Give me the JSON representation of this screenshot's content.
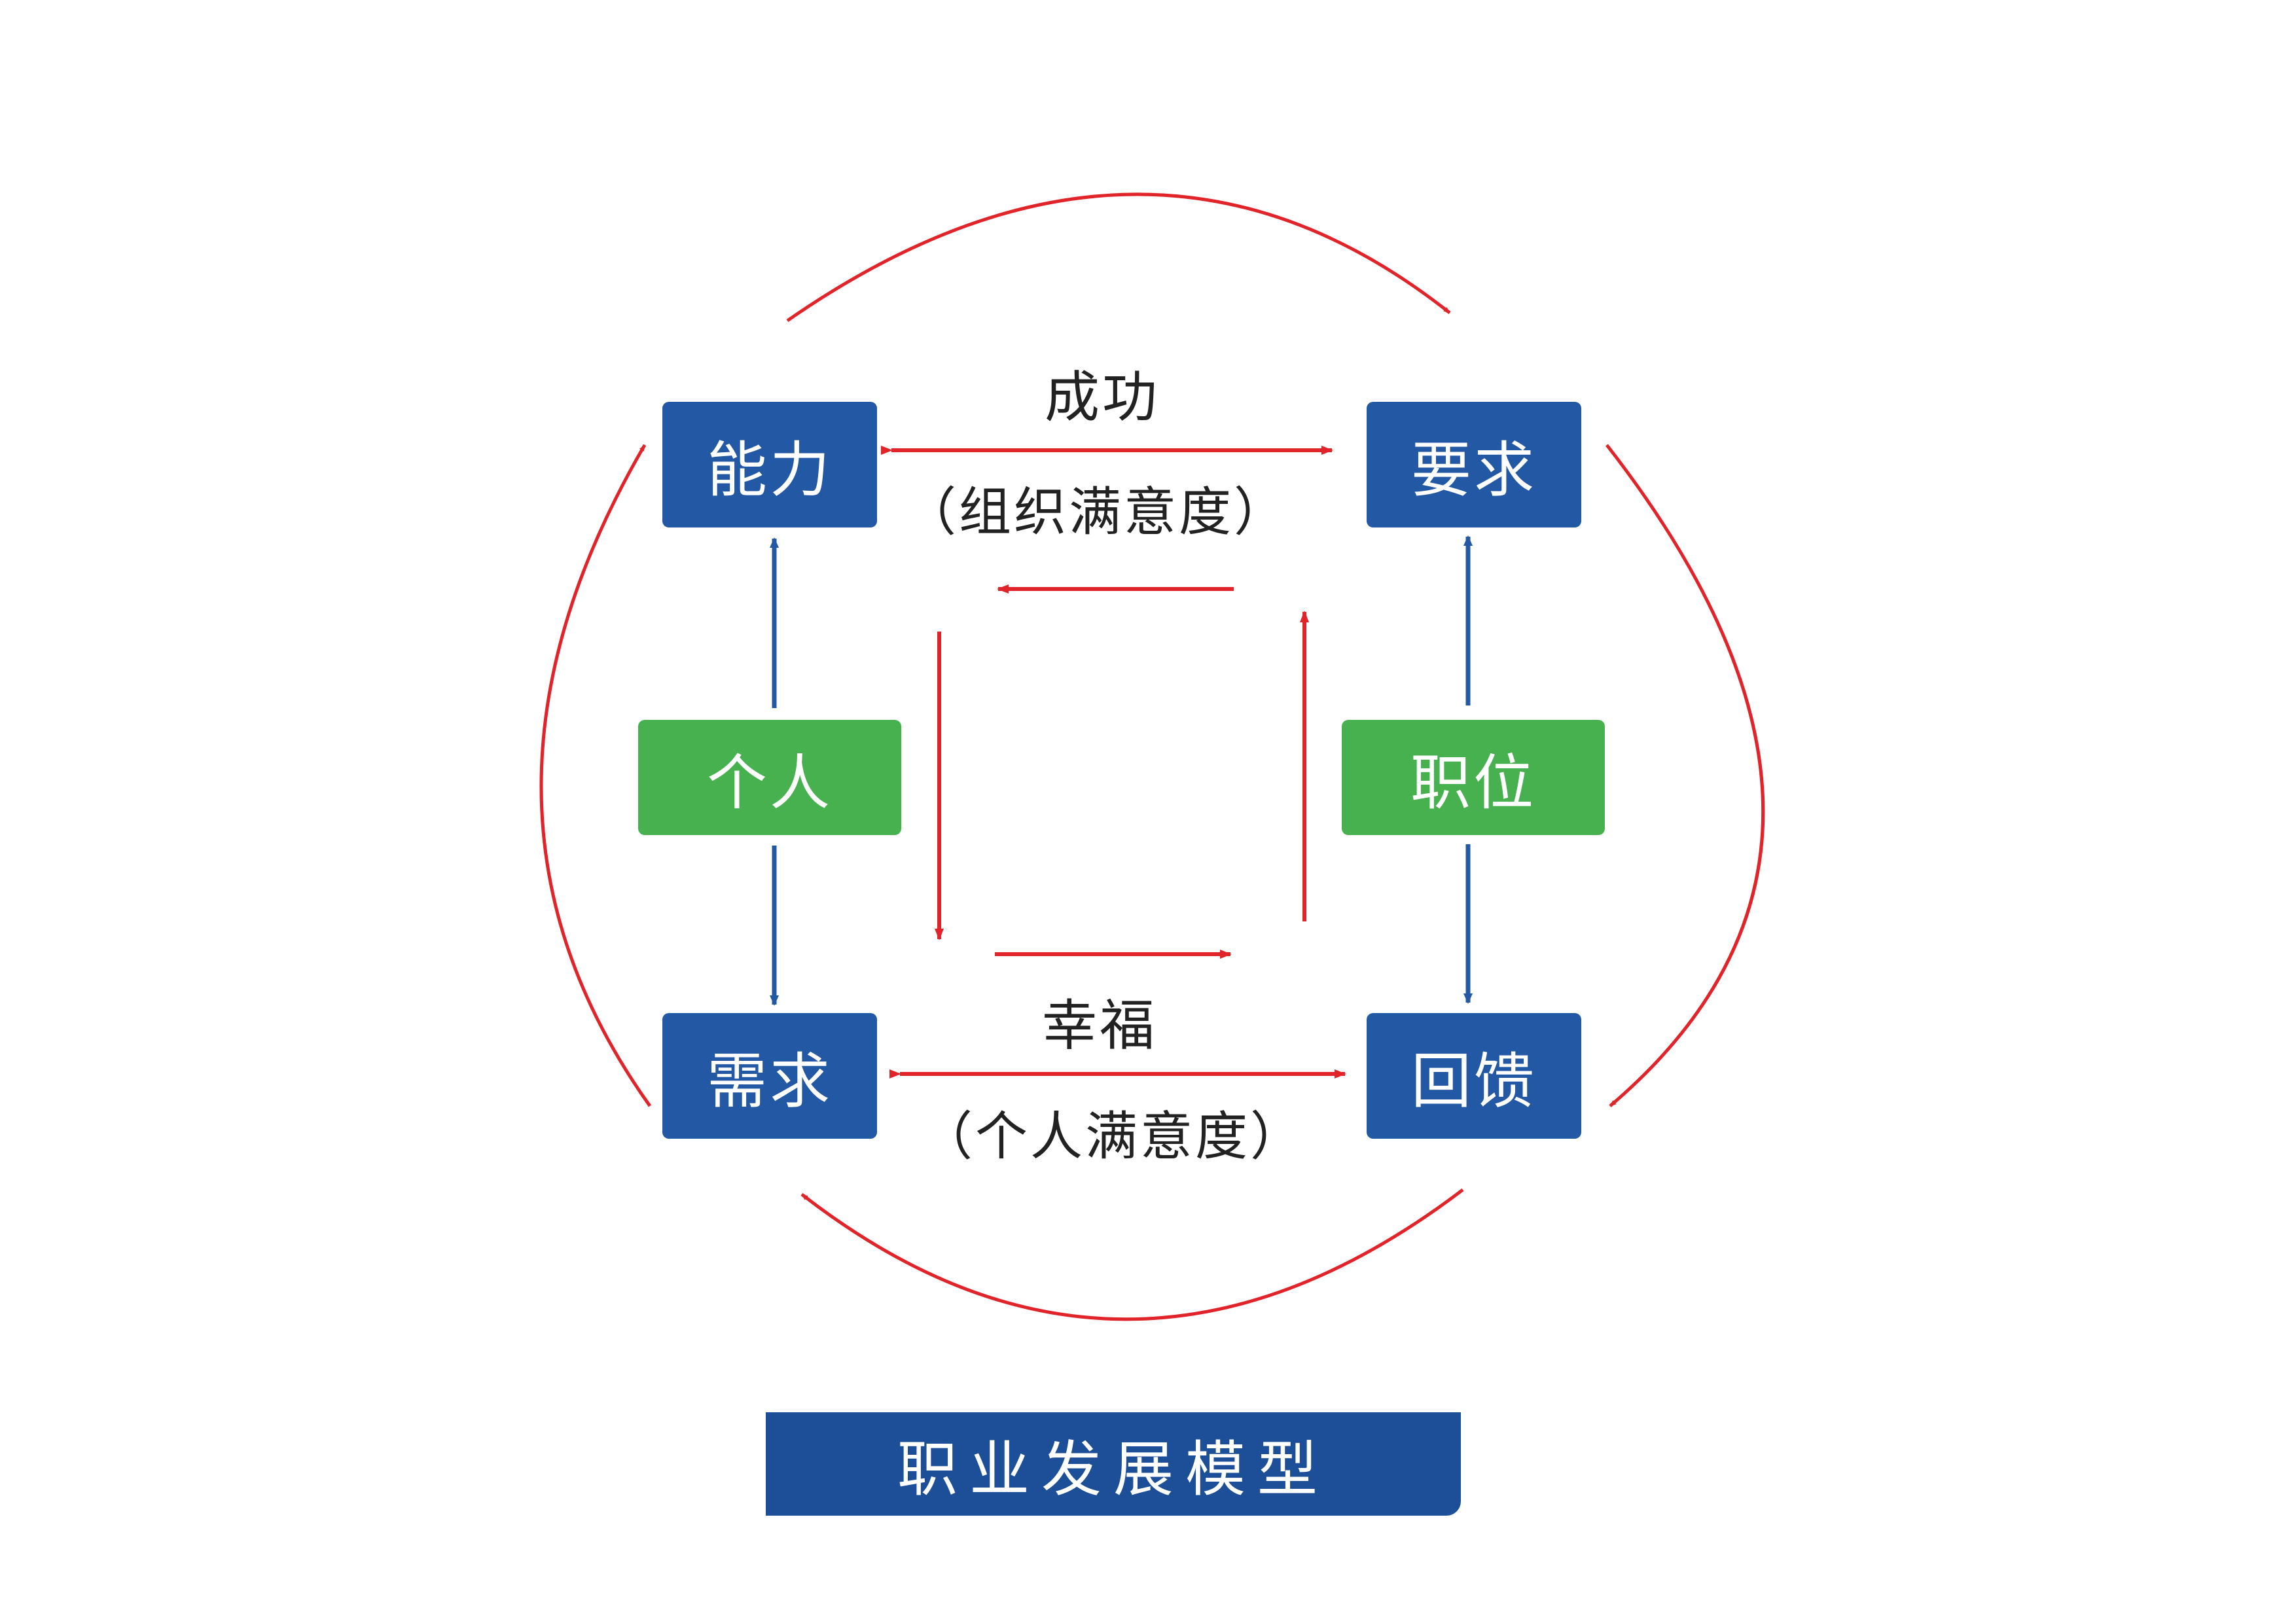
{
  "colors": {
    "box_blue": "#2358a5",
    "box_green": "#48b14f",
    "arrow_red": "#e0242a",
    "arrow_blue": "#2358a5",
    "title_bar": "#1d4f98"
  },
  "nodes": {
    "ability": "能力",
    "requirement": "要求",
    "individual": "个人",
    "position": "职位",
    "need": "需求",
    "feedback": "回馈"
  },
  "labels": {
    "success": "成功",
    "org_satisfaction": "（组织满意度）",
    "happiness": "幸福",
    "personal_satisfaction": "（个人满意度）"
  },
  "title": "职业发展模型"
}
